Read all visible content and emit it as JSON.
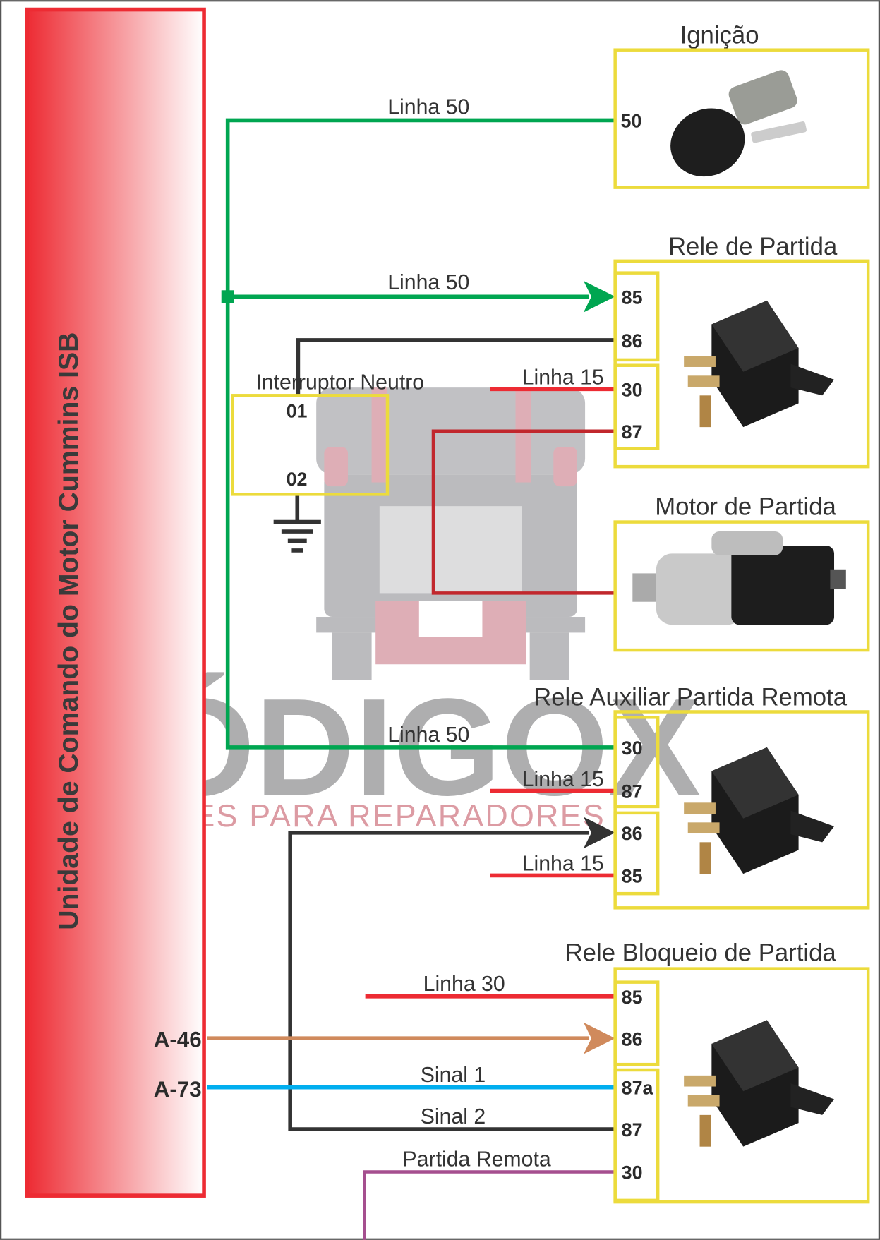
{
  "ecu": {
    "label": "Unidade de Comando do Motor Cummins ISB",
    "pins": [
      "A-46",
      "A-73"
    ]
  },
  "watermark": {
    "brand": "CÓDIGOX",
    "tagline": "SOLUÇÕES PARA REPARADORES"
  },
  "components": {
    "ignicao": {
      "title": "Ignição",
      "pins": [
        "50"
      ]
    },
    "rele_partida": {
      "title": "Rele de Partida",
      "pins": [
        "85",
        "86",
        "30",
        "87"
      ]
    },
    "interruptor_neutro": {
      "title": "Interruptor Neutro",
      "pins": [
        "01",
        "02"
      ]
    },
    "motor_partida": {
      "title": "Motor de Partida"
    },
    "rele_auxiliar": {
      "title": "Rele Auxiliar Partida Remota",
      "pins": [
        "30",
        "87",
        "86",
        "85"
      ]
    },
    "rele_bloqueio": {
      "title": "Rele Bloqueio de Partida",
      "pins": [
        "85",
        "86",
        "87a",
        "87",
        "30"
      ]
    }
  },
  "wires": {
    "linha50_ignicao": "Linha 50",
    "linha50_rele": "Linha 50",
    "linha50_aux": "Linha 50",
    "linha15_rele": "Linha 15",
    "linha15_aux87": "Linha 15",
    "linha15_aux85": "Linha 15",
    "linha30": "Linha 30",
    "sinal1": "Sinal 1",
    "sinal2": "Sinal 2",
    "partida_remota": "Partida Remota"
  },
  "colors": {
    "green": "#00a651",
    "red": "#ed2b33",
    "darkred": "#c1272d",
    "black": "#333333",
    "brown": "#d08a5c",
    "blue": "#00aeef",
    "purple": "#a54f8f",
    "yellow": "#ecdb3c"
  }
}
